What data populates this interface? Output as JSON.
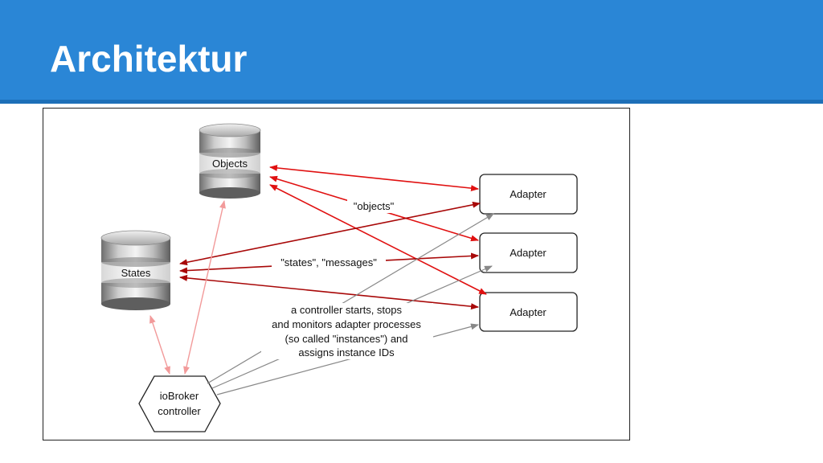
{
  "slide": {
    "title": "Architektur"
  },
  "diagram": {
    "objects_db_label": "Objects",
    "states_db_label": "States",
    "adapters": [
      "Adapter",
      "Adapter",
      "Adapter"
    ],
    "controller_label_line1": "ioBroker",
    "controller_label_line2": "controller",
    "label_objects": "\"objects\"",
    "label_states_messages": "\"states\", \"messages\"",
    "controller_note": [
      "a controller starts, stops",
      "and monitors adapter processes",
      "(so called \"instances\") and",
      "assigns instance IDs"
    ],
    "colors": {
      "header": "#2a86d6",
      "objects_arrow": "#e01010",
      "states_arrow": "#a80808",
      "controller_db_arrow": "#f29a9a",
      "controller_adapter_arrow": "#888888"
    }
  }
}
